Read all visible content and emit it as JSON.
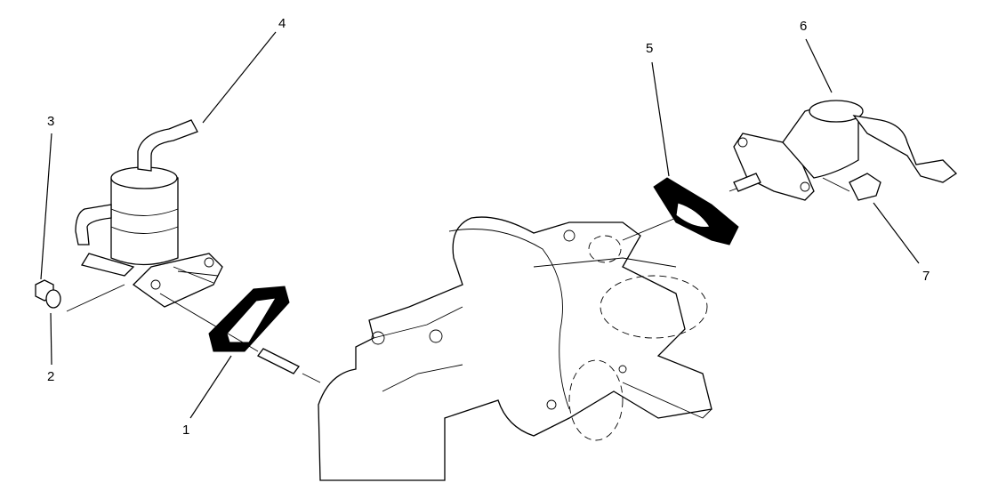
{
  "callouts": [
    {
      "number": "1",
      "part": "gasket"
    },
    {
      "number": "2",
      "part": "washer"
    },
    {
      "number": "3",
      "part": "nut"
    },
    {
      "number": "4",
      "part": "fuel-pump"
    },
    {
      "number": "5",
      "part": "gasket"
    },
    {
      "number": "6",
      "part": "solenoid"
    },
    {
      "number": "7",
      "part": "fitting"
    }
  ]
}
